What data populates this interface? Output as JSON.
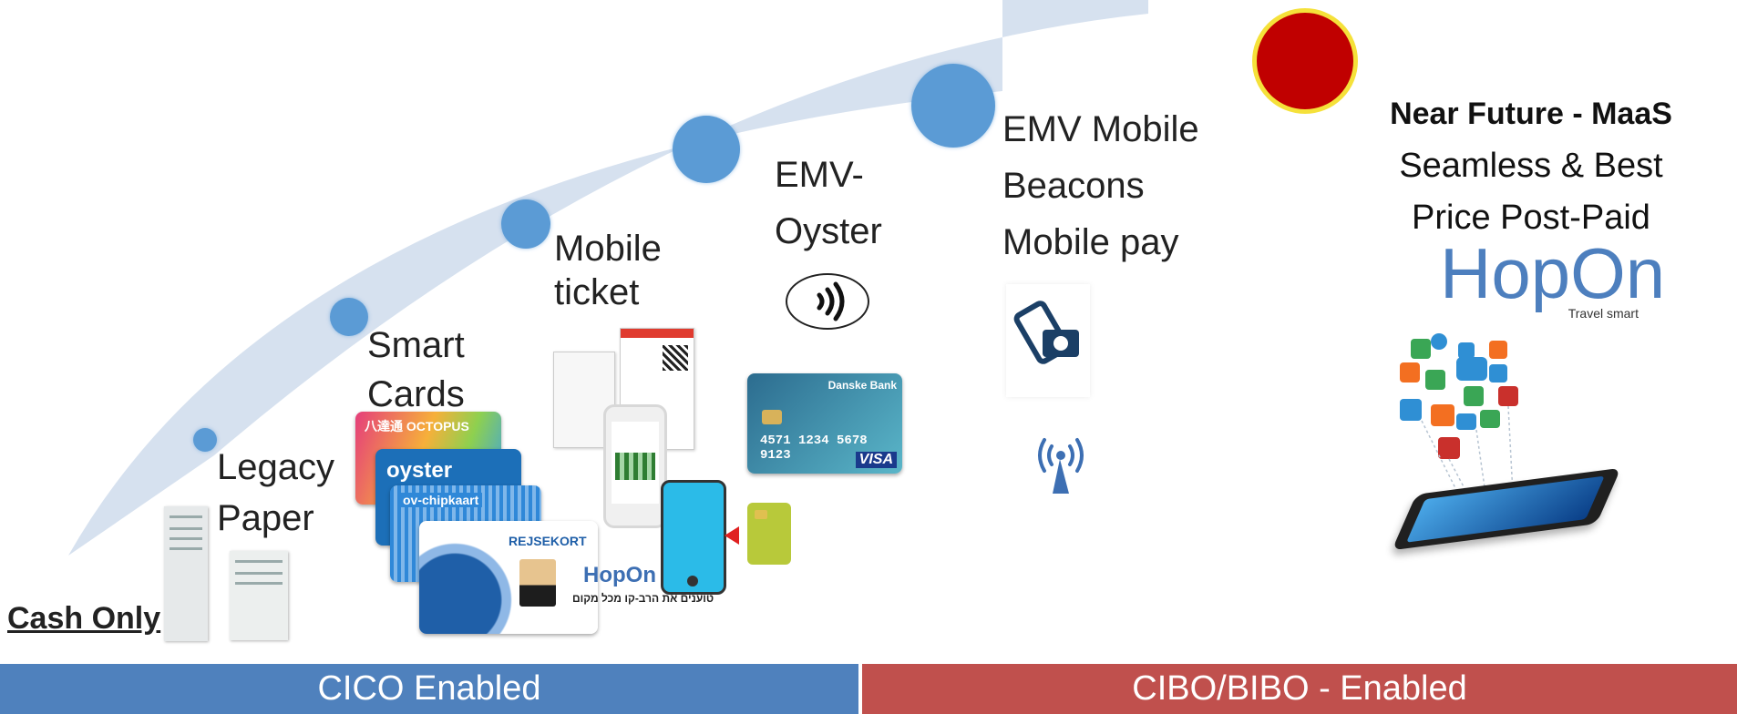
{
  "stages": [
    {
      "label": "Cash Only"
    },
    {
      "label_lines": [
        "Legacy",
        "Paper"
      ]
    },
    {
      "label_lines": [
        "Smart",
        "Cards"
      ]
    },
    {
      "label_lines": [
        "Mobile",
        "ticket"
      ]
    },
    {
      "label_lines": [
        "EMV-",
        "Oyster"
      ]
    },
    {
      "label_lines": [
        "EMV Mobile",
        "Beacons",
        "Mobile pay"
      ]
    }
  ],
  "future": {
    "title": "Near Future - MaaS",
    "lines": [
      "Seamless & Best",
      "Price Post-Paid"
    ],
    "brand": "HopOn",
    "brand_tagline": "Travel smart"
  },
  "cards": {
    "octopus": "八達通 OCTOPUS",
    "oyster": "oyster",
    "ov": "ov-chipkaart",
    "rejsekort": "REJSEKORT",
    "bank": "Danske Bank",
    "card_number": "4571 1234 5678 9123",
    "visa": "VISA",
    "hopon_brand": "HopOn",
    "hopon_hebrew": "טוענים את הרב-קו מכל מקום"
  },
  "footer": {
    "left": "CICO Enabled",
    "right": "CIBO/BIBO - Enabled"
  },
  "colors": {
    "arrow": "#d6e1ef",
    "stage_dot": "#5b9bd5",
    "future_dot": "#c00000",
    "future_ring": "#f5e13a",
    "footer_left": "#4f81bd",
    "footer_right": "#c0504d"
  }
}
